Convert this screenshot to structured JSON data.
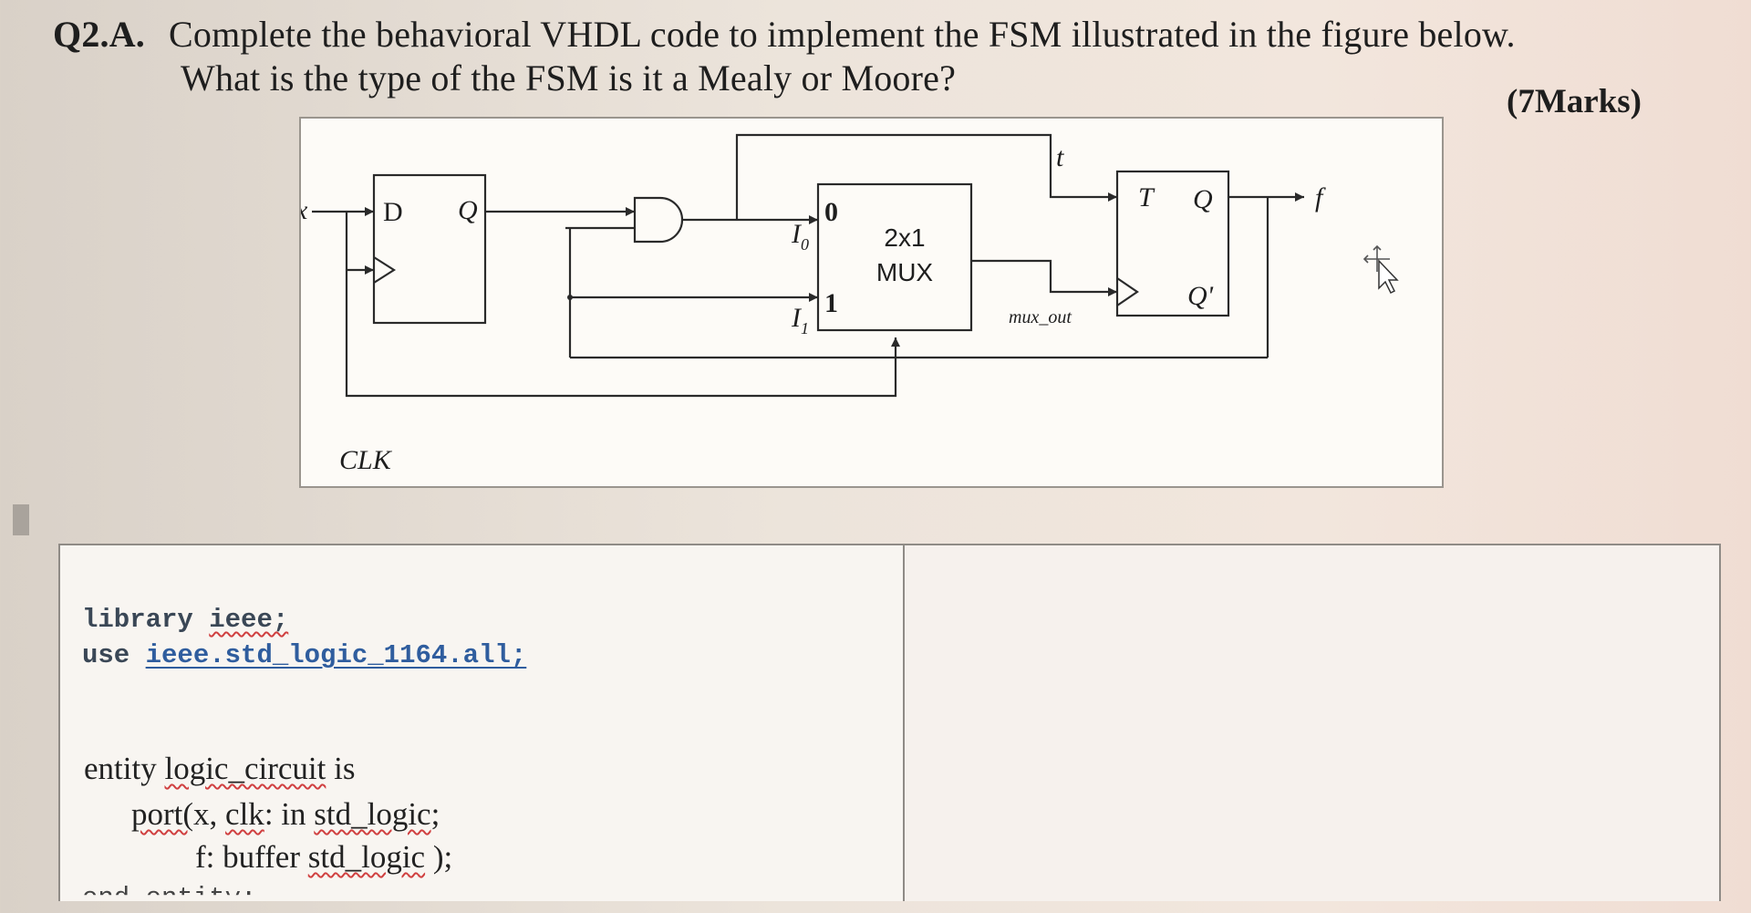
{
  "question": {
    "number": "Q2.A.",
    "line1": "Complete the behavioral VHDL code to implement the FSM illustrated in the figure below.",
    "line2": "What is the type of the FSM is it a Mealy or Moore?",
    "marks": "(7Marks)"
  },
  "figure": {
    "x_label": "x",
    "clk_label": "CLK",
    "dff_d": "D",
    "dff_q": "Q",
    "mux_i0": "I",
    "mux_i0_sub": "0",
    "mux_i1": "I",
    "mux_i1_sub": "1",
    "mux_sel0": "0",
    "mux_sel1": "1",
    "mux_line1": "2x1",
    "mux_line2": "MUX",
    "tff_t": "T",
    "tff_q": "Q",
    "tff_qbar": "Q'",
    "t_label": "t",
    "mux_out_label": "mux_out",
    "f_label": "f"
  },
  "code": {
    "lib_kw": "library ",
    "lib_name": "ieee;",
    "use_kw": "use ",
    "use_pkg": "ieee.std_logic_1164.all;",
    "entity_kw": "entity ",
    "entity_name": "logic_circuit",
    "entity_is": " is",
    "port_kw": "port(",
    "port_sig": "x, ",
    "port_clk": "clk",
    "port_in": ": in ",
    "port_type": "std_logic",
    "port_end": ";",
    "f_sig": "f: buffer ",
    "f_type": "std_logic",
    "f_end": " );",
    "end_entity": "end entity;"
  }
}
